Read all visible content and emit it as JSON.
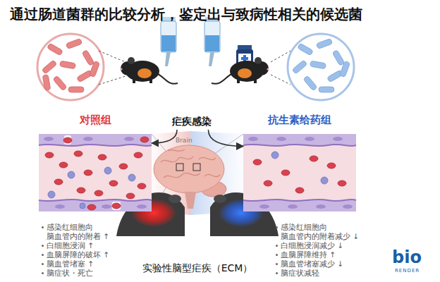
{
  "diagram": {
    "title": "通过肠道菌群的比较分析，鉴定出与致病性相关的候选菌",
    "caption": "实验性脑型疟疾（ECM）",
    "nodes": [
      {
        "text": [
          "对照组"
        ]
      },
      {
        "text": [
          "疟疾感染"
        ]
      },
      {
        "text": [
          "抗生素给药组"
        ]
      }
    ],
    "edges": [
      {
        "from": 1,
        "to": 0,
        "arrow": "to"
      },
      {
        "from": 1,
        "to": 2,
        "arrow": "to"
      }
    ],
    "labels": [
      "Brain",
      "感染红细胞向 脑血管内的附着 ↑",
      "白细胞浸润 ↑",
      "血脑屏障的破坏 ↑",
      "脑血管堵塞 ↑",
      "脑症状・死亡",
      "感染红细胞向 脑血管内的附着减少 ↓",
      "白细胞浸润减少 ↓",
      "血脑屏障维持 ↑",
      "脑血管堵塞减少 ↓",
      "脑症状减轻",
      "bio",
      "RENDER"
    ]
  }
}
